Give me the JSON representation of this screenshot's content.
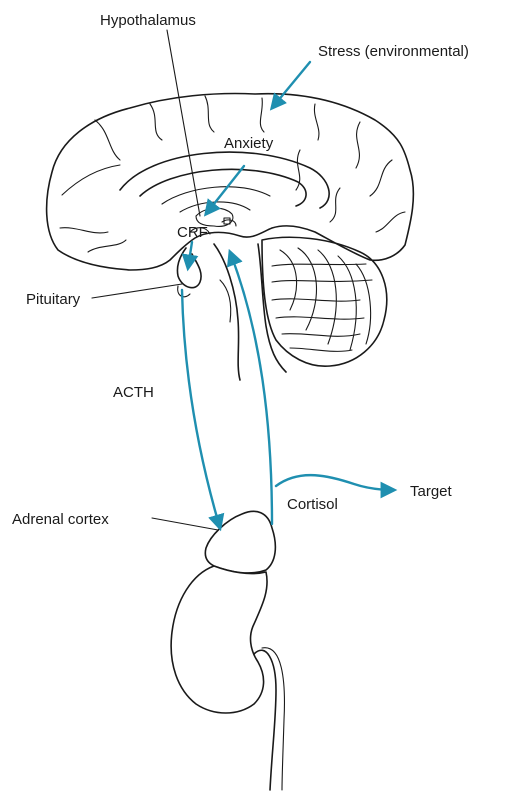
{
  "labels": {
    "hypothalamus": "Hypothalamus",
    "stress": "Stress (environmental)",
    "anxiety": "Anxiety",
    "crf": "CRF",
    "pituitary": "Pituitary",
    "acth": "ACTH",
    "adrenal_cortex": "Adrenal cortex",
    "cortisol": "Cortisol",
    "target": "Target"
  },
  "colors": {
    "pathway": "#1f8fb0",
    "ink": "#1a1a1a",
    "background": "#ffffff"
  }
}
